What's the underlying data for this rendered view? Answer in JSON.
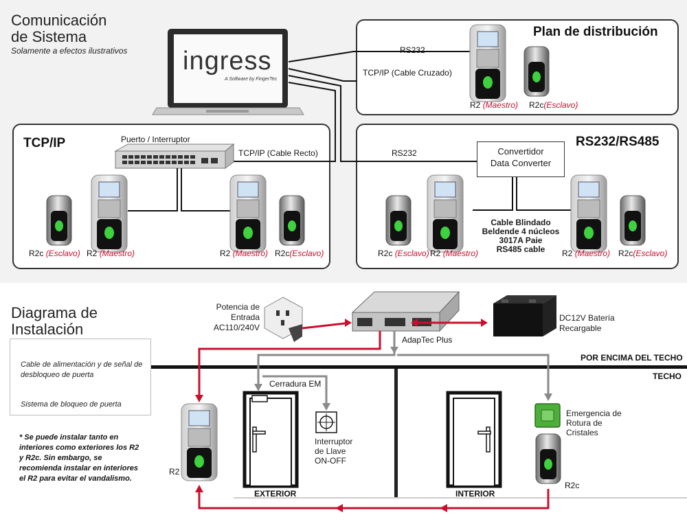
{
  "system": {
    "title_line1": "Comunicación",
    "title_line2": "de Sistema",
    "subtitle": "Solamente a efectos ilustrativos"
  },
  "laptop": {
    "logo": "ingress",
    "tagline": "A Software by FingerTec"
  },
  "distribution_plan": {
    "title": "Plan de distribución",
    "rs232_label": "RS232",
    "tcpip_label": "TCP/IP (Cable Cruzado)",
    "master_name": "R2",
    "master_role": "(Maestro)",
    "slave_name": "R2c",
    "slave_role": "(Esclavo)"
  },
  "tcpip": {
    "title": "TCP/IP",
    "switch_label": "Puerto / Interruptor",
    "cable_label": "TCP/IP (Cable Recto)",
    "left_slave_name": "R2c",
    "left_slave_role": "(Esclavo)",
    "left_master_name": "R2",
    "left_master_role": "(Maestro)",
    "right_master_name": "R2",
    "right_master_role": "(Maestro)",
    "right_slave_name": "R2c",
    "right_slave_role": "(Esclavo)"
  },
  "rs232_485": {
    "title": "RS232/RS485",
    "rs232_label": "RS232",
    "converter_line1": "Convertidor",
    "converter_line2": "Data Converter",
    "cable_line1": "Cable Blindado",
    "cable_line2": "Beldende 4 núcleos",
    "cable_line3": "3017A Paie",
    "cable_line4": "RS485 cable",
    "left_slave_name": "R2c",
    "left_slave_role": "(Esclavo)",
    "left_master_name": "R2",
    "left_master_role": "(Maestro)",
    "right_master_name": "R2",
    "right_master_role": "(Maestro)",
    "right_slave_name": "R2c",
    "right_slave_role": "(Esclavo)"
  },
  "installation": {
    "title_line1": "Diagrama de",
    "title_line2": "Instalación",
    "legend_red": "Cable de alimentación y de señal de desbloqueo de puerta",
    "legend_gray": "Sistema de bloqueo de puerta",
    "note": "* Se puede instalar tanto en interiores como exteriores los R2 y R2c. Sin embargo, se recomienda instalar en interiores el R2 para evitar el vandalismo.",
    "power_label": "Potencia de Entrada AC110/240V",
    "adaptec_label": "AdapTec Plus",
    "battery_label": "DC12V Batería Recargable",
    "above_ceiling": "POR ENCIMA DEL TECHO",
    "ceiling": "TECHO",
    "em_lock": "Cerradura EM",
    "key_switch": "Interruptor de Llave ON-OFF",
    "emergency": "Emergencia de Rotura de Cristales",
    "r2_label": "R2",
    "r2c_label": "R2c",
    "exterior": "EXTERIOR",
    "interior": "INTERIOR"
  },
  "colors": {
    "red_line": "#c8102e",
    "gray_line": "#8a8a8a",
    "role_text": "#c8102e"
  }
}
